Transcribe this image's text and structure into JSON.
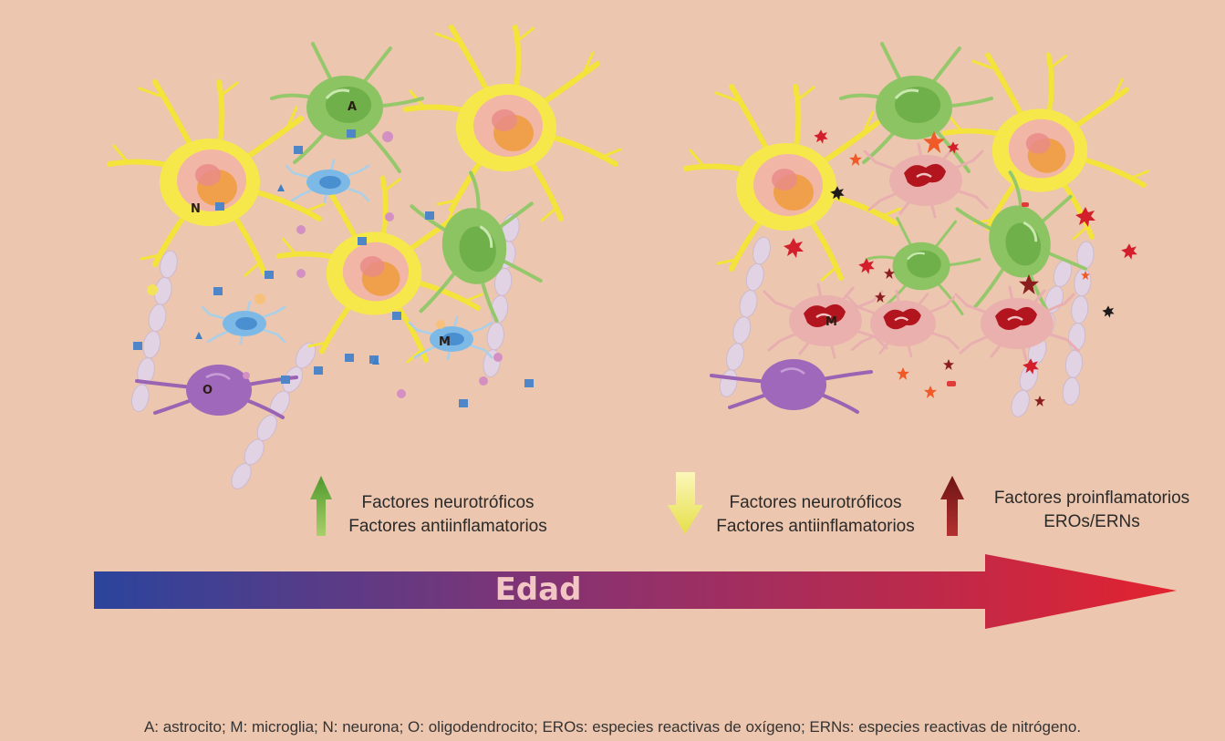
{
  "cells": {
    "astrocyte": "A",
    "neuron": "N",
    "microglia_young": "M",
    "oligodendrocyte": "O",
    "microglia_aged": "M"
  },
  "left_panel": {
    "labels": [
      "Factores neurotróficos",
      "Factores antiinflamatorios"
    ],
    "arrow": "up-arrow-icon",
    "arrow_color": "#7ab63f"
  },
  "right_panel": {
    "decrease_labels": [
      "Factores neurotróficos",
      "Factores antiinflamatorios"
    ],
    "decrease_arrow": "down-arrow-icon",
    "decrease_arrow_color": "#eeea74",
    "increase_labels": [
      "Factores proinflamatorios",
      "EROs/ERNs"
    ],
    "increase_arrow": "up-arrow-icon",
    "increase_arrow_color": "#8a1e1e"
  },
  "timeline": {
    "label": "Edad",
    "gradient_start": "#2b449c",
    "gradient_end": "#e2232f"
  },
  "caption": "A: astrocito; M: microglia; N: neurona; O: oligodendrocito; EROs: especies reactivas de oxígeno; ERNs: especies reactivas de nitrógeno."
}
